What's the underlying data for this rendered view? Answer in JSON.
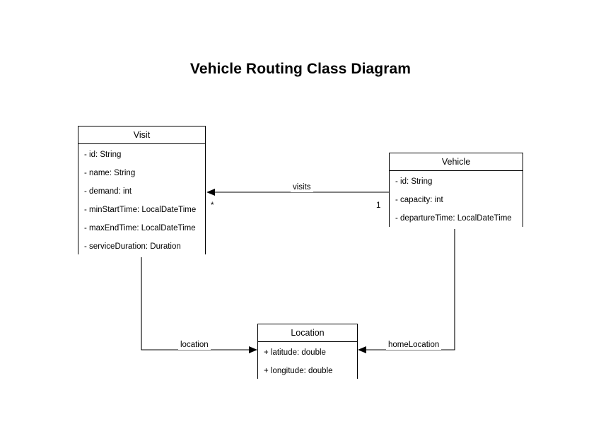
{
  "title": "Vehicle Routing Class Diagram",
  "classes": {
    "visit": {
      "name": "Visit",
      "attributes": [
        "- id: String",
        "- name: String",
        "- demand: int",
        "- minStartTime: LocalDateTime",
        "- maxEndTime: LocalDateTime",
        "- serviceDuration: Duration"
      ]
    },
    "vehicle": {
      "name": "Vehicle",
      "attributes": [
        "- id: String",
        "- capacity: int",
        "- departureTime: LocalDateTime"
      ]
    },
    "location": {
      "name": "Location",
      "attributes": [
        "+ latitude: double",
        "+ longitude: double"
      ]
    }
  },
  "edges": {
    "visits": {
      "label": "visits",
      "source_multiplicity": "1",
      "target_multiplicity": "*"
    },
    "location": {
      "label": "location"
    },
    "home_location": {
      "label": "homeLocation"
    }
  },
  "colors": {
    "stroke": "#000000",
    "background": "#ffffff",
    "text": "#000000"
  }
}
